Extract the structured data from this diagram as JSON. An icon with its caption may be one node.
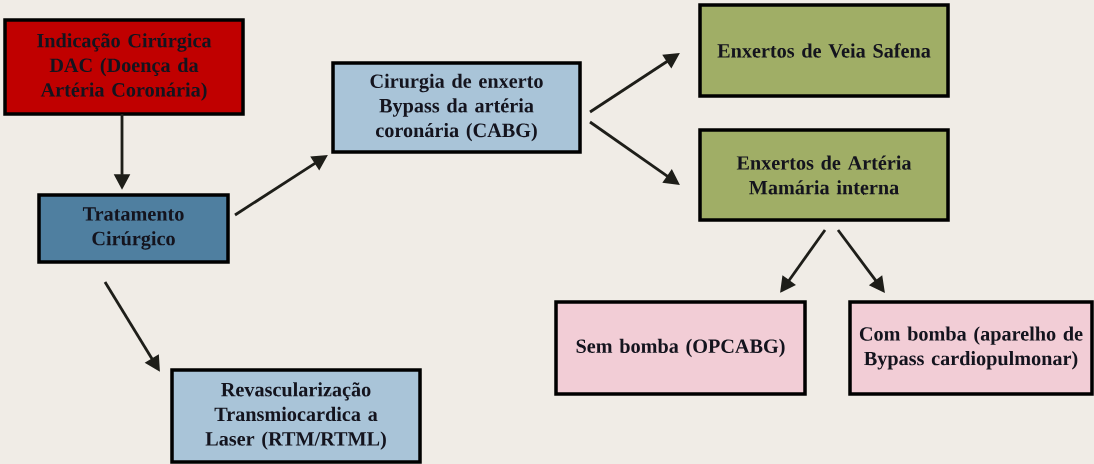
{
  "diagram": {
    "nodes": [
      {
        "text": [
          "Indicação Cirúrgica DAC (Doença da Artéria Coronária)"
        ]
      },
      {
        "text": [
          "Tratamento Cirúrgico"
        ]
      },
      {
        "text": [
          "Revascularização Transmiocardica a Laser (RTM/RTML)"
        ]
      },
      {
        "text": [
          "Cirurgia de enxerto Bypass da artéria coronária (CABG)"
        ]
      },
      {
        "text": [
          "Enxertos de Veia Safena"
        ]
      },
      {
        "text": [
          "Enxertos de Artéria Mamária interna"
        ]
      },
      {
        "text": [
          "Sem bomba (OPCABG)"
        ]
      },
      {
        "text": [
          "Com bomba (aparelho de Bypass cardiopulmonar)"
        ]
      }
    ],
    "edges": [
      {
        "from": 0,
        "to": 1,
        "arrow": "to"
      },
      {
        "from": 1,
        "to": 3,
        "arrow": "to"
      },
      {
        "from": 1,
        "to": 2,
        "arrow": "to"
      },
      {
        "from": 3,
        "to": 4,
        "arrow": "to"
      },
      {
        "from": 3,
        "to": 5,
        "arrow": "to"
      },
      {
        "from": 5,
        "to": 6,
        "arrow": "to"
      },
      {
        "from": 5,
        "to": 7,
        "arrow": "to"
      }
    ]
  }
}
